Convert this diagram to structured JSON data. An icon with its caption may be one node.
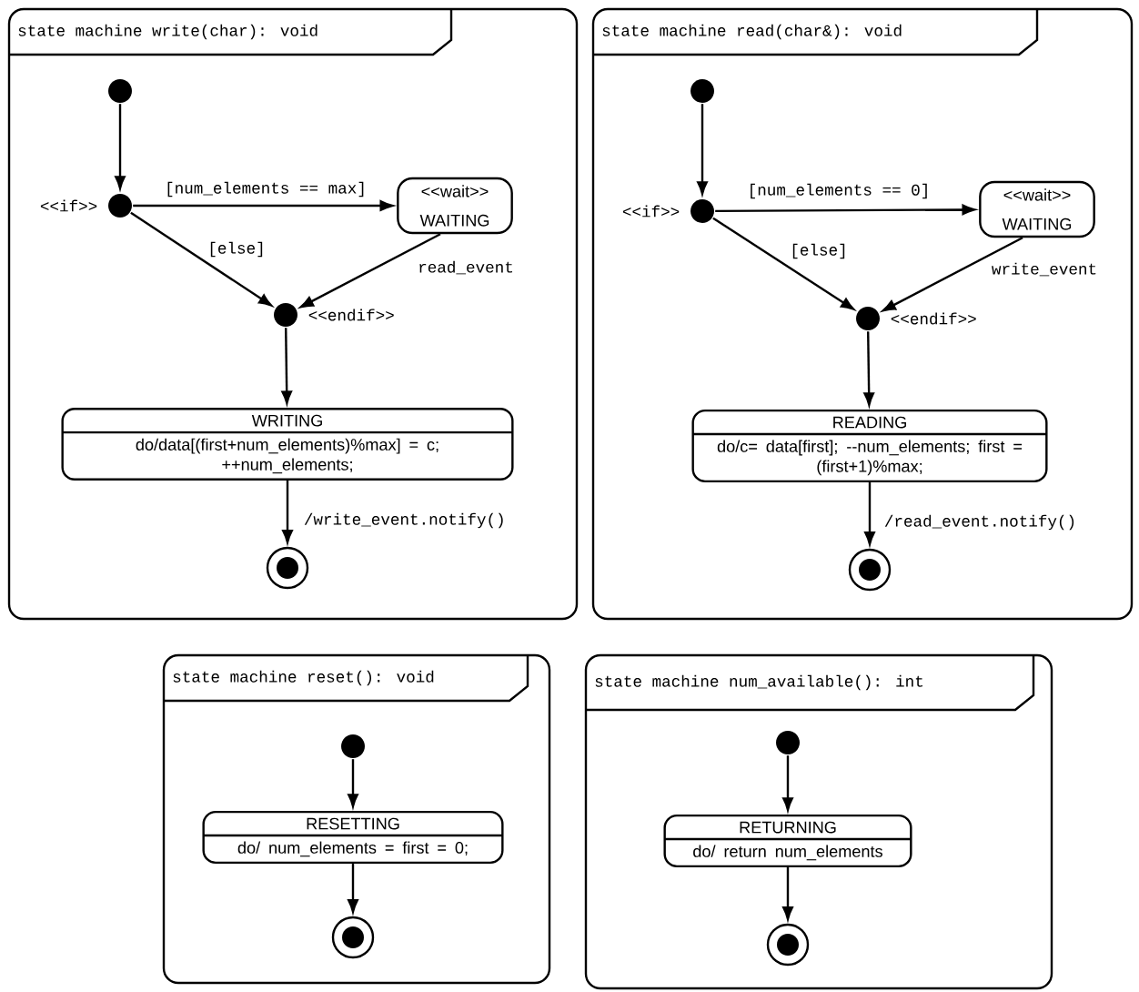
{
  "diagram": {
    "nodes": [
      {
        "text": [
          "state machine write(char): void"
        ]
      },
      {
        "text": [],
        "shape": "dot",
        "in": 0
      },
      {
        "text": [],
        "shape": "dot",
        "in": 0,
        "beside": [
          "<<if>>"
        ]
      },
      {
        "text": [
          "<<wait>> WAITING"
        ],
        "in": 0
      },
      {
        "text": [],
        "shape": "dot",
        "in": 0,
        "beside": [
          "<<endif>>"
        ]
      },
      {
        "text": [
          "WRITING",
          "do/data[(first+num_elements)%max] = c; ++num_elements;"
        ],
        "in": 0
      },
      {
        "text": [],
        "shape": "bullseye",
        "in": 0
      },
      {
        "text": [
          "state machine read(char&): void"
        ]
      },
      {
        "text": [],
        "shape": "dot",
        "in": 7
      },
      {
        "text": [],
        "shape": "dot",
        "in": 7,
        "beside": [
          "<<if>>"
        ]
      },
      {
        "text": [
          "<<wait>> WAITING"
        ],
        "in": 7
      },
      {
        "text": [],
        "shape": "dot",
        "in": 7,
        "beside": [
          "<<endif>>"
        ]
      },
      {
        "text": [
          "READING",
          "do/c= data[first]; --num_elements; first = (first+1)%max;"
        ],
        "in": 7
      },
      {
        "text": [],
        "shape": "bullseye",
        "in": 7
      },
      {
        "text": [
          "state machine reset(): void"
        ]
      },
      {
        "text": [],
        "shape": "dot",
        "in": 14
      },
      {
        "text": [
          "RESETTING",
          "do/ num_elements = first = 0;"
        ],
        "in": 14
      },
      {
        "text": [],
        "shape": "bullseye",
        "in": 14
      },
      {
        "text": [
          "state machine num_available(): int"
        ]
      },
      {
        "text": [],
        "shape": "dot",
        "in": 18
      },
      {
        "text": [
          "RETURNING",
          "do/ return num_elements"
        ],
        "in": 18
      },
      {
        "text": [],
        "shape": "bullseye",
        "in": 18
      }
    ],
    "edges": [
      {
        "from": 1,
        "to": 2,
        "arrow": "to"
      },
      {
        "from": 2,
        "to": 3,
        "arrow": "to",
        "label": "[num_elements == max]"
      },
      {
        "from": 2,
        "to": 4,
        "arrow": "to",
        "label": "[else]"
      },
      {
        "from": 3,
        "to": 4,
        "arrow": "to",
        "label": "read_event"
      },
      {
        "from": 4,
        "to": 5,
        "arrow": "to"
      },
      {
        "from": 5,
        "to": 6,
        "arrow": "to",
        "label": "/write_event.notify()"
      },
      {
        "from": 8,
        "to": 9,
        "arrow": "to"
      },
      {
        "from": 9,
        "to": 10,
        "arrow": "to",
        "label": "[num_elements == 0]"
      },
      {
        "from": 9,
        "to": 11,
        "arrow": "to",
        "label": "[else]"
      },
      {
        "from": 10,
        "to": 11,
        "arrow": "to",
        "label": "write_event"
      },
      {
        "from": 11,
        "to": 12,
        "arrow": "to"
      },
      {
        "from": 12,
        "to": 13,
        "arrow": "to",
        "label": "/read_event.notify()"
      },
      {
        "from": 15,
        "to": 16,
        "arrow": "to"
      },
      {
        "from": 16,
        "to": 17,
        "arrow": "to"
      },
      {
        "from": 19,
        "to": 20,
        "arrow": "to"
      },
      {
        "from": 20,
        "to": 21,
        "arrow": "to"
      }
    ]
  }
}
